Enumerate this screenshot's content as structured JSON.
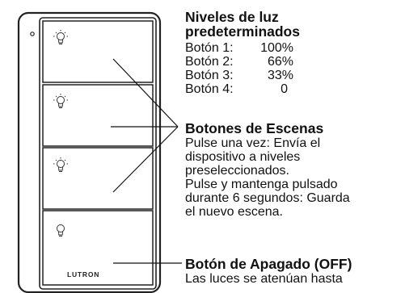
{
  "presets": {
    "heading_line1": "Niveles de luz",
    "heading_line2": "predeterminados",
    "levels": [
      {
        "label": "Botón 1:",
        "value": "100%"
      },
      {
        "label": "Botón 2:",
        "value": "66%"
      },
      {
        "label": "Botón 3:",
        "value": "33%"
      },
      {
        "label": "Botón 4:",
        "value": "0"
      }
    ]
  },
  "scenes": {
    "heading": "Botones de Escenas",
    "lines": [
      "Pulse una vez: Envía el",
      "dispositivo a niveles",
      "preseleccionados.",
      "Pulse y mantenga pulsado",
      "durante 6 segundos: Guarda",
      "el nuevo escena."
    ]
  },
  "off": {
    "heading": "Botón de Apagado (OFF)",
    "lines": [
      "Las luces se atenúan hasta"
    ]
  },
  "device": {
    "brand": "LUTRON"
  },
  "icons": [
    "lightbulb-on-icon",
    "lightbulb-on-icon",
    "lightbulb-on-icon",
    "lightbulb-off-icon"
  ]
}
